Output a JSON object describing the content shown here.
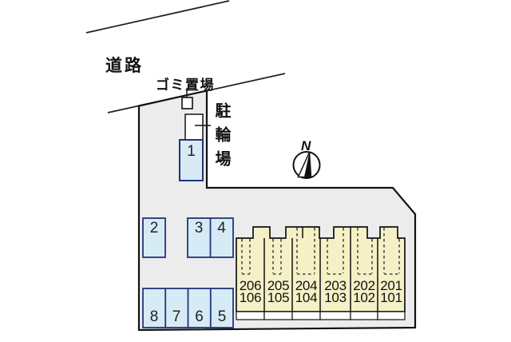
{
  "labels": {
    "road": "道路",
    "garbage_area": "ゴミ置場",
    "bicycle_parking": "駐輪場",
    "north": "N"
  },
  "parking_spaces": [
    {
      "label": "1"
    },
    {
      "label": "2"
    },
    {
      "label": "3"
    },
    {
      "label": "4"
    },
    {
      "label": "5"
    },
    {
      "label": "6"
    },
    {
      "label": "7"
    },
    {
      "label": "8"
    }
  ],
  "building_units": [
    {
      "upper": "206",
      "lower": "106"
    },
    {
      "upper": "205",
      "lower": "105"
    },
    {
      "upper": "204",
      "lower": "104"
    },
    {
      "upper": "203",
      "lower": "103"
    },
    {
      "upper": "202",
      "lower": "102"
    },
    {
      "upper": "201",
      "lower": "101"
    }
  ],
  "colors": {
    "plot_fill": "#ececec",
    "parking_fill": "#d6ebf5",
    "parking_border": "#1f3577",
    "building_fill": "#f5f0c6",
    "outline": "#111111"
  }
}
